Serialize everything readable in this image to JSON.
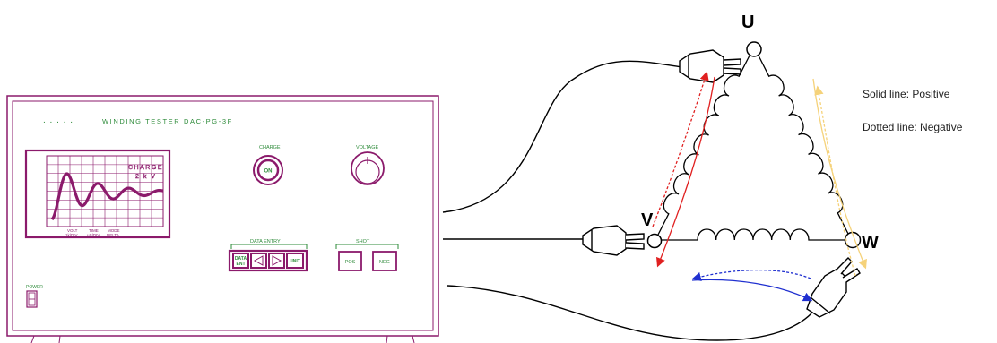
{
  "device": {
    "dots": ". . . . .",
    "title": "WINDING TESTER  DAC-PG-3F",
    "charge_label": "CHARGE",
    "charge_button": "ON",
    "voltage_label": "VOLTAGE",
    "screen_overlay_line1": "CHARGE",
    "screen_overlay_line2": "2 k V",
    "screen_footer": {
      "col1_top": "VOLT",
      "col1_bottom": "1k/DIV",
      "col2_top": "TIME",
      "col2_bottom": "μS/DIV",
      "col3_top": "MODE",
      "col3_bottom": "DELTA"
    },
    "data_entry_label": "DATA ENTRY",
    "data_entry_buttons": {
      "data_ent": "DATA ENT",
      "left": "◁",
      "right": "▷",
      "unit": "UNIT"
    },
    "shot_label": "SHOT",
    "shot_buttons": {
      "pos": "POS",
      "neg": "NEG"
    },
    "power_label": "POWER"
  },
  "terminals": {
    "u": "U",
    "v": "V",
    "w": "W"
  },
  "legend": {
    "solid": "Solid line: Positive",
    "dotted": "Dotted line: Negative"
  },
  "colors": {
    "device_outline": "#8b1a6b",
    "device_text": "#2e8b3a",
    "arrow_uv": "#e02020",
    "arrow_uw": "#f5d27a",
    "arrow_vw": "#2030d0",
    "wire": "#000000"
  }
}
